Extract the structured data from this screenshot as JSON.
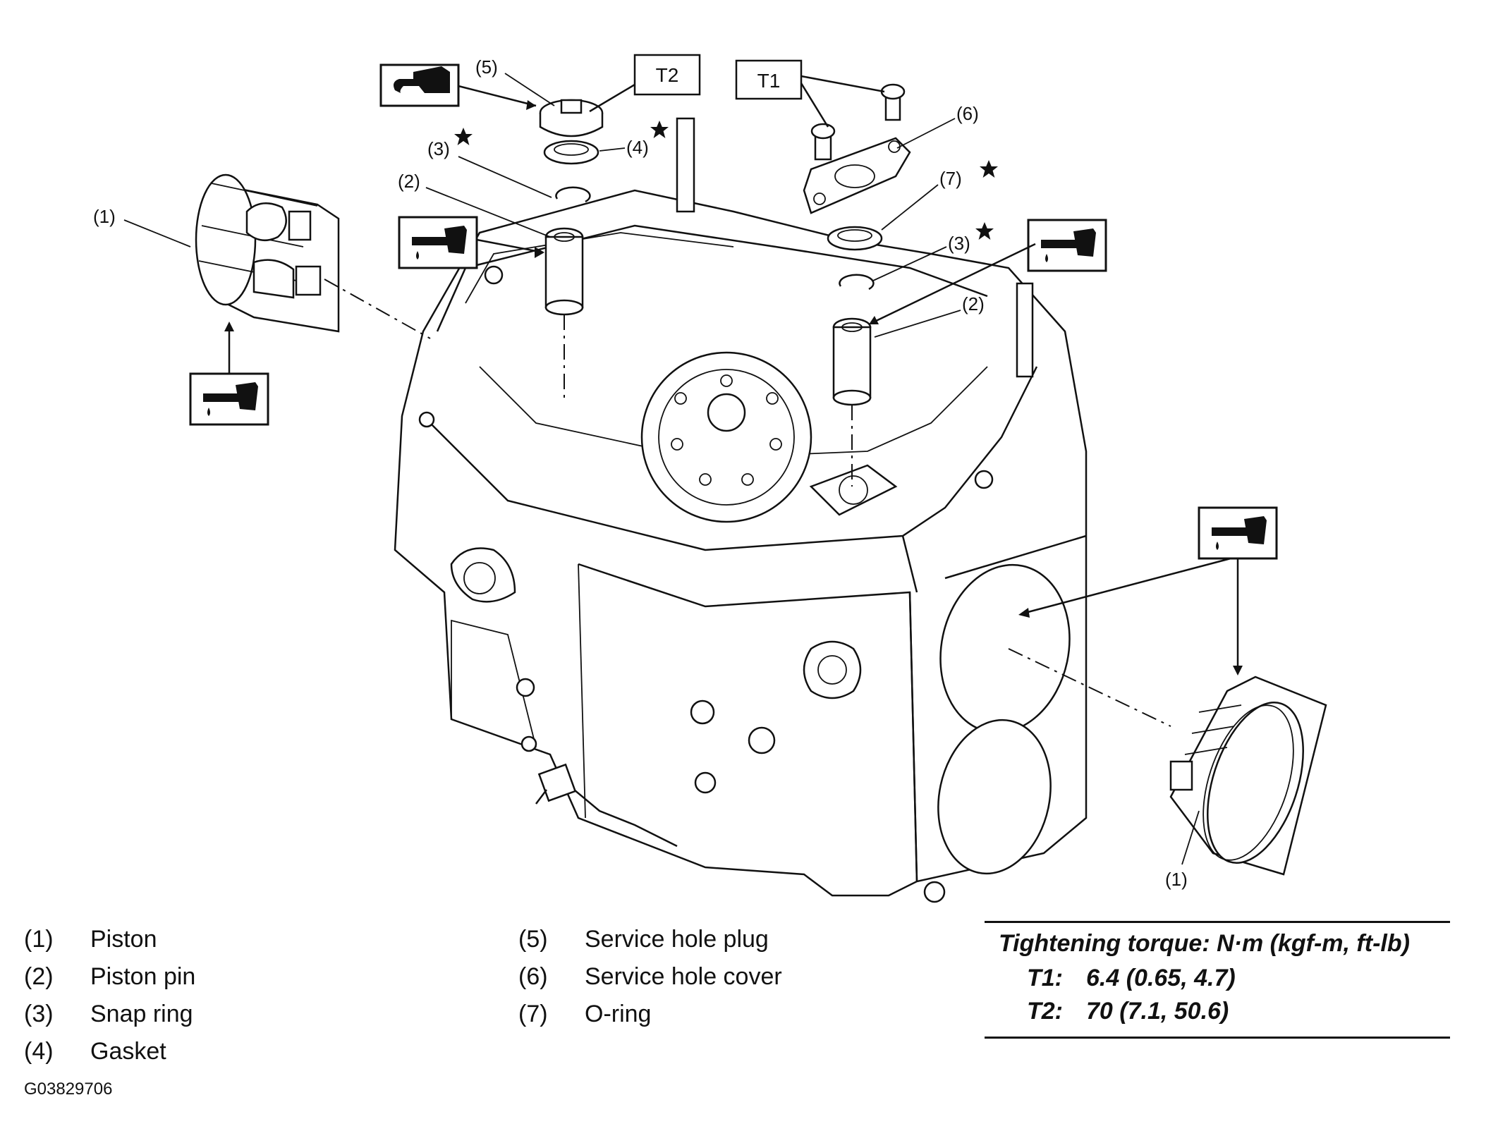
{
  "callouts": {
    "piston_left": "(1)",
    "piston_right": "(1)",
    "pin_left": "(2)",
    "pin_right": "(2)",
    "snap_left": "(3)",
    "snap_right": "(3)",
    "gasket": "(4)",
    "plug": "(5)",
    "cover": "(6)",
    "oring": "(7)"
  },
  "torque_boxes": {
    "t1": "T1",
    "t2": "T2"
  },
  "icons": [
    "oil-can-icon",
    "oil-application-icon",
    "replace-part-star-icon"
  ],
  "legend": {
    "left": [
      {
        "num": "(1)",
        "label": "Piston"
      },
      {
        "num": "(2)",
        "label": "Piston pin"
      },
      {
        "num": "(3)",
        "label": "Snap ring"
      },
      {
        "num": "(4)",
        "label": "Gasket"
      }
    ],
    "middle": [
      {
        "num": "(5)",
        "label": "Service hole plug"
      },
      {
        "num": "(6)",
        "label": "Service hole cover"
      },
      {
        "num": "(7)",
        "label": "O-ring"
      }
    ]
  },
  "torque": {
    "title": "Tightening torque: N·m (kgf-m, ft-lb)",
    "rows": [
      {
        "key": "T1:",
        "value": "6.4 (0.65, 4.7)"
      },
      {
        "key": "T2:",
        "value": "70 (7.1, 50.6)"
      }
    ]
  },
  "figure_code": "G03829706"
}
